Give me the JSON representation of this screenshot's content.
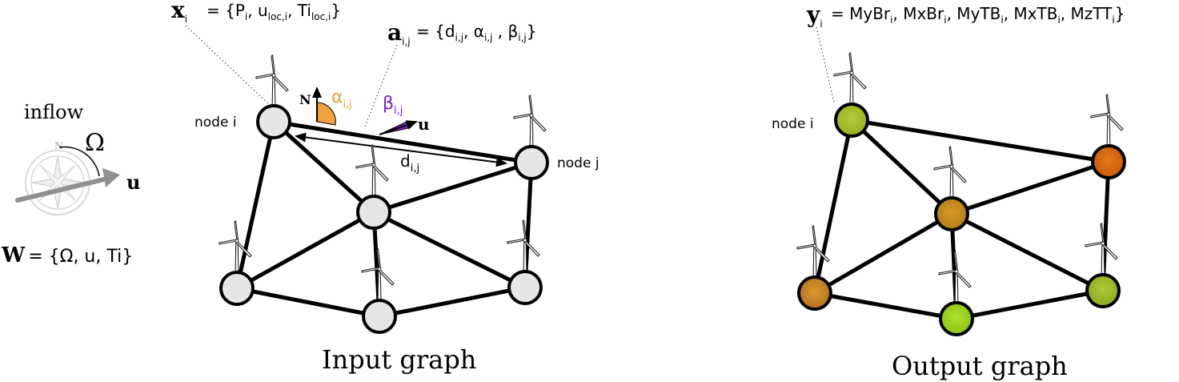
{
  "wind": {
    "inflow_label": "inflow",
    "omega_symbol": "Ω",
    "u_symbol": "u",
    "compass_north": "N",
    "w_symbol": "W",
    "w_set": "= {Ω, u, Ti}"
  },
  "input_graph": {
    "title": "Input graph",
    "node_i_label": "node i",
    "node_j_label": "node j",
    "x_symbol": "x",
    "x_sub": "i",
    "x_set": "= {P<sub>i</sub>, u<sub>loc,i</sub>, Ti<sub>loc,i</sub>}",
    "a_symbol": "a",
    "a_sub": "i,j",
    "a_set": "= {d<sub>i,j</sub>, α<sub>i,j</sub> , β<sub>i,j</sub>}",
    "north_label": "N",
    "alpha_label": "α",
    "alpha_sub": "i,j",
    "beta_label": "β",
    "beta_sub": "i,j",
    "u_label": "u",
    "d_label": "d",
    "d_sub": "i,j"
  },
  "output_graph": {
    "title": "Output graph",
    "node_i_label": "node i",
    "y_symbol": "y",
    "y_sub": "i",
    "y_set": "=  MyBr<sub>i</sub>, MxBr<sub>i</sub>, MyTB<sub>i</sub>, MxTB<sub>i</sub>, MzTT<sub>i</sub>}"
  },
  "colors": {
    "alpha_color": "#f0a040",
    "beta_color": "#8020c0",
    "input_node_fill": "#e6e6e6",
    "output_node_colors": [
      "#a8c030",
      "#e06010",
      "#d09020",
      "#c88a28",
      "#a0b830",
      "#a0d820"
    ]
  }
}
